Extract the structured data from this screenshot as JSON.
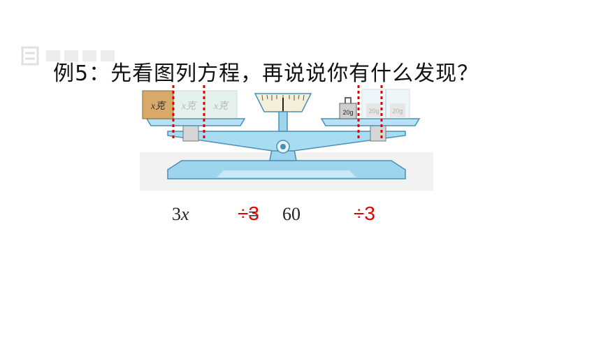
{
  "title": "例5：先看图列方程，再说说你有什么发现？",
  "figure": {
    "box_label": "x克",
    "weight_label": "20g"
  },
  "equation": {
    "left_coef": "3",
    "left_var": "x",
    "equals": "=",
    "right_value": "60"
  },
  "operations": {
    "left": "÷3",
    "right": "÷3"
  },
  "colors": {
    "annotation_red": "#e00000",
    "scale_blue": "#9ed4ec",
    "box_tan": "#d9a96a"
  }
}
